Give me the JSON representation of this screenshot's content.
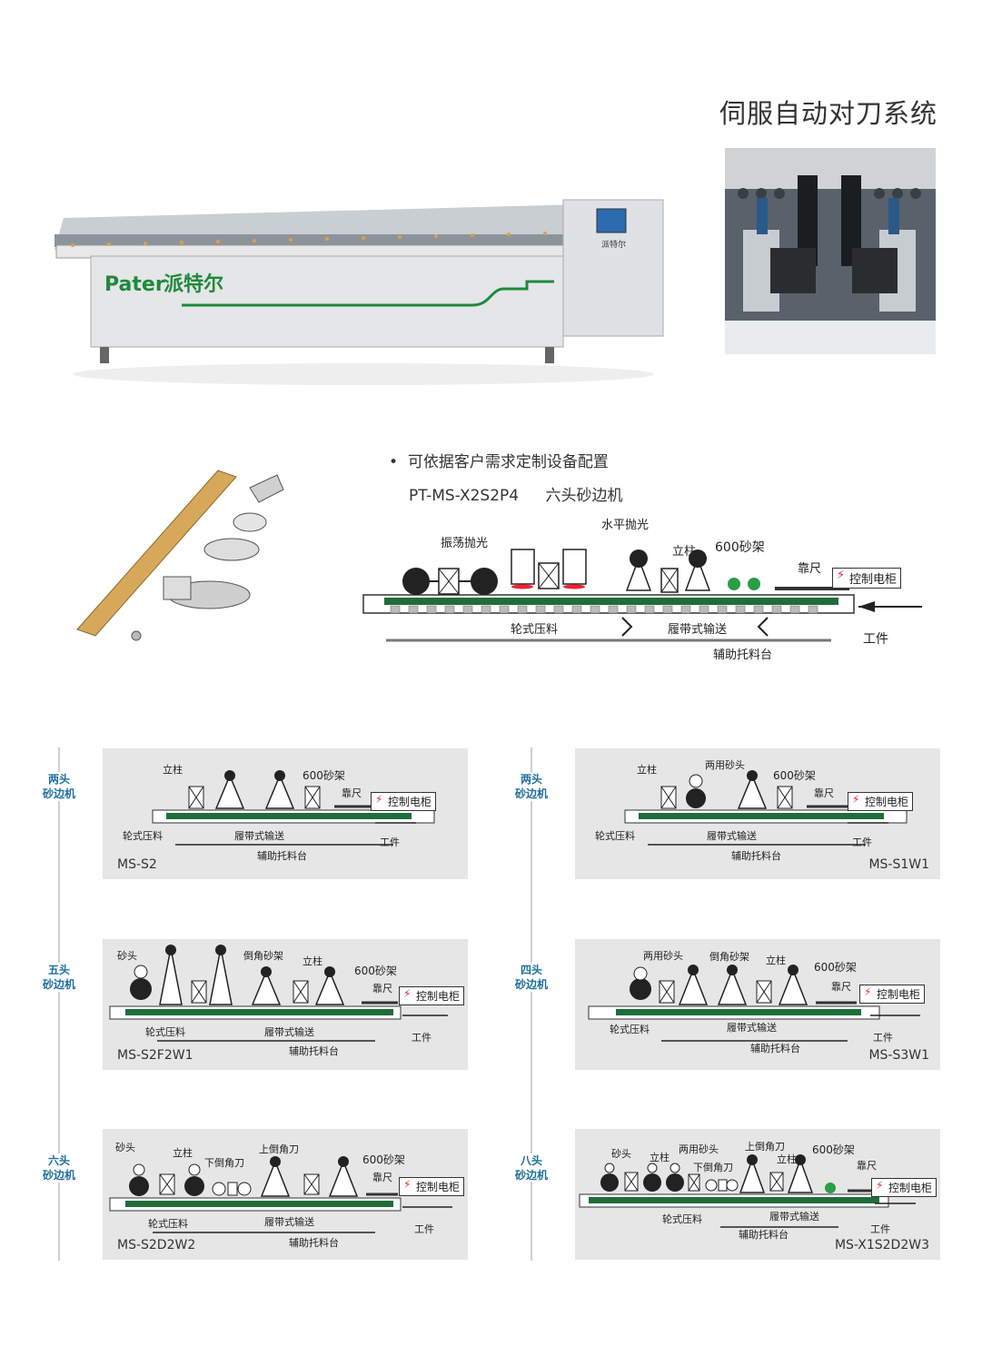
{
  "header": {
    "title": "伺服自动对刀系统"
  },
  "machine": {
    "logo_latin": "Pater",
    "logo_cn": "派特尔",
    "panel_brand": "派特尔"
  },
  "intro": {
    "bullet": "可依据客户需求定制设备配置",
    "model": "PT-MS-X2S2P4",
    "model_name": "六头砂边机"
  },
  "main_diagram": {
    "labels": {
      "vibrate": "振荡抛光",
      "horizontal": "水平抛光",
      "column": "立柱",
      "frame600": "600砂架",
      "fence": "靠尺",
      "cabinet": "控制电柜",
      "wheel_press": "轮式压料",
      "track": "履带式输送",
      "support": "辅助托料台",
      "workpiece": "工件"
    }
  },
  "panels": [
    {
      "category": "两头\n砂边机",
      "model": "MS-S2",
      "labels": [
        "立柱",
        "600砂架",
        "靠尺",
        "控制电柜",
        "轮式压料",
        "履带式输送",
        "工件",
        "辅助托料台"
      ]
    },
    {
      "category": "两头\n砂边机",
      "model": "MS-S1W1",
      "labels": [
        "立柱",
        "两用砂头",
        "600砂架",
        "靠尺",
        "控制电柜",
        "轮式压料",
        "履带式输送",
        "工件",
        "辅助托料台"
      ]
    },
    {
      "category": "五头\n砂边机",
      "model": "MS-S2F2W1",
      "labels": [
        "砂头",
        "倒角砂架",
        "立柱",
        "600砂架",
        "靠尺",
        "控制电柜",
        "轮式压料",
        "履带式输送",
        "工件",
        "辅助托料台"
      ]
    },
    {
      "category": "四头\n砂边机",
      "model": "MS-S3W1",
      "labels": [
        "两用砂头",
        "倒角砂架",
        "立柱",
        "600砂架",
        "靠尺",
        "控制电柜",
        "轮式压料",
        "履带式输送",
        "工件",
        "辅助托料台"
      ]
    },
    {
      "category": "六头\n砂边机",
      "model": "MS-S2D2W2",
      "labels": [
        "砂头",
        "立柱",
        "下倒角刀",
        "上倒角刀",
        "600砂架",
        "靠尺",
        "控制电柜",
        "轮式压料",
        "履带式输送",
        "工件",
        "辅助托料台"
      ]
    },
    {
      "category": "八头\n砂边机",
      "model": "MS-X1S2D2W3",
      "labels": [
        "砂头",
        "立柱",
        "两用砂头",
        "下倒角刀",
        "上倒角刀",
        "立柱",
        "600砂架",
        "靠尺",
        "控制电柜",
        "轮式压料",
        "履带式输送",
        "工件",
        "辅助托料台"
      ]
    }
  ]
}
